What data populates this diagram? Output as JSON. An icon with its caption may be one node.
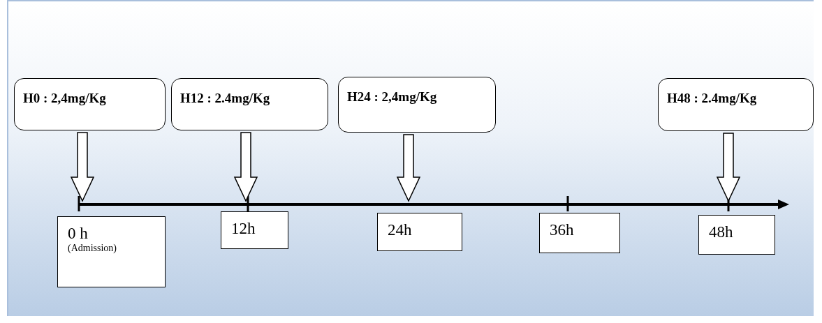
{
  "diagram": {
    "nodes": [
      {
        "text": [
          "H0 : 2,4mg/Kg"
        ]
      },
      {
        "text": [
          "H12 : 2.4mg/Kg"
        ]
      },
      {
        "text": [
          "H24 : 2,4mg/Kg"
        ]
      },
      {
        "text": [
          "H48 : 2.4mg/Kg"
        ]
      },
      {
        "text": [
          "0 h",
          "(Admission)"
        ]
      },
      {
        "text": [
          "12h"
        ]
      },
      {
        "text": [
          "24h"
        ]
      },
      {
        "text": [
          "36h"
        ]
      },
      {
        "text": [
          "48h"
        ]
      }
    ],
    "edges": [
      {
        "from": 0,
        "to": 4,
        "arrow": "to"
      },
      {
        "from": 1,
        "to": 5,
        "arrow": "to"
      },
      {
        "from": 2,
        "to": 6,
        "arrow": "to"
      },
      {
        "from": 3,
        "to": 8,
        "arrow": "to"
      }
    ]
  }
}
